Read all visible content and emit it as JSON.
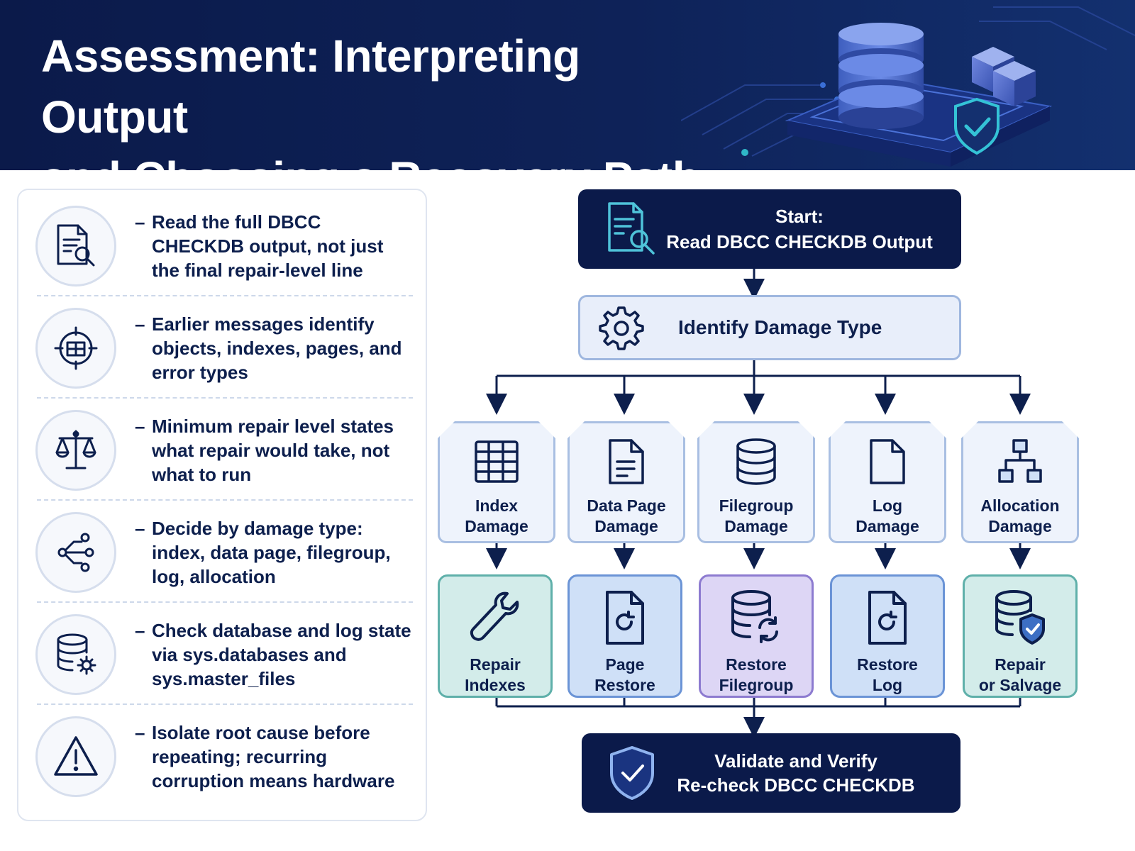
{
  "header": {
    "title_line1": "Assessment: Interpreting Output",
    "title_line2": "and Choosing a Recovery Path"
  },
  "tips": [
    {
      "icon": "document-search-icon",
      "dash": "–",
      "text": "Read the full DBCC CHECKDB output, not just the final repair-level line"
    },
    {
      "icon": "target-blocks-icon",
      "dash": "–",
      "text": "Earlier messages identify objects, indexes, pages, and error types"
    },
    {
      "icon": "scale-icon",
      "dash": "–",
      "text": "Minimum repair level states what repair would take, not what to run"
    },
    {
      "icon": "branch-nodes-icon",
      "dash": "–",
      "text": "Decide by damage type: index, data page, filegroup, log, allocation"
    },
    {
      "icon": "database-gear-icon",
      "dash": "–",
      "text": "Check database and log state via sys.databases and sys.master_files"
    },
    {
      "icon": "warning-icon",
      "dash": "–",
      "text": "Isolate root cause before repeating; recurring corruption means hardware"
    }
  ],
  "flow": {
    "start": {
      "line1": "Start:",
      "line2": "Read DBCC CHECKDB Output"
    },
    "identify": {
      "label": "Identify Damage Type"
    },
    "damage_types": [
      {
        "line1": "Index",
        "line2": "Damage",
        "icon": "grid-table-icon"
      },
      {
        "line1": "Data Page",
        "line2": "Damage",
        "icon": "document-icon"
      },
      {
        "line1": "Filegroup",
        "line2": "Damage",
        "icon": "database-icon"
      },
      {
        "line1": "Log",
        "line2": "Damage",
        "icon": "file-icon"
      },
      {
        "line1": "Allocation",
        "line2": "Damage",
        "icon": "hierarchy-icon"
      }
    ],
    "actions": [
      {
        "line1": "Repair",
        "line2": "Indexes",
        "icon": "wrench-icon"
      },
      {
        "line1": "Page",
        "line2": "Restore",
        "icon": "document-refresh-icon"
      },
      {
        "line1": "Restore",
        "line2": "Filegroup",
        "icon": "database-refresh-icon"
      },
      {
        "line1": "Restore",
        "line2": "Log",
        "icon": "file-refresh-icon"
      },
      {
        "line1": "Repair",
        "line2": "or Salvage",
        "icon": "database-shield-icon"
      }
    ],
    "validate": {
      "line1": "Validate and Verify",
      "line2": "Re-check DBCC CHECKDB"
    }
  },
  "colors": {
    "navy": "#0b1a4a",
    "damage_fill": "#eef3fc",
    "repair_indexes": "#d3ecea",
    "page_restore": "#cfe0f7",
    "restore_filegroup": "#ddd6f5",
    "restore_log": "#cfe0f7",
    "repair_salvage": "#d3ecea"
  }
}
